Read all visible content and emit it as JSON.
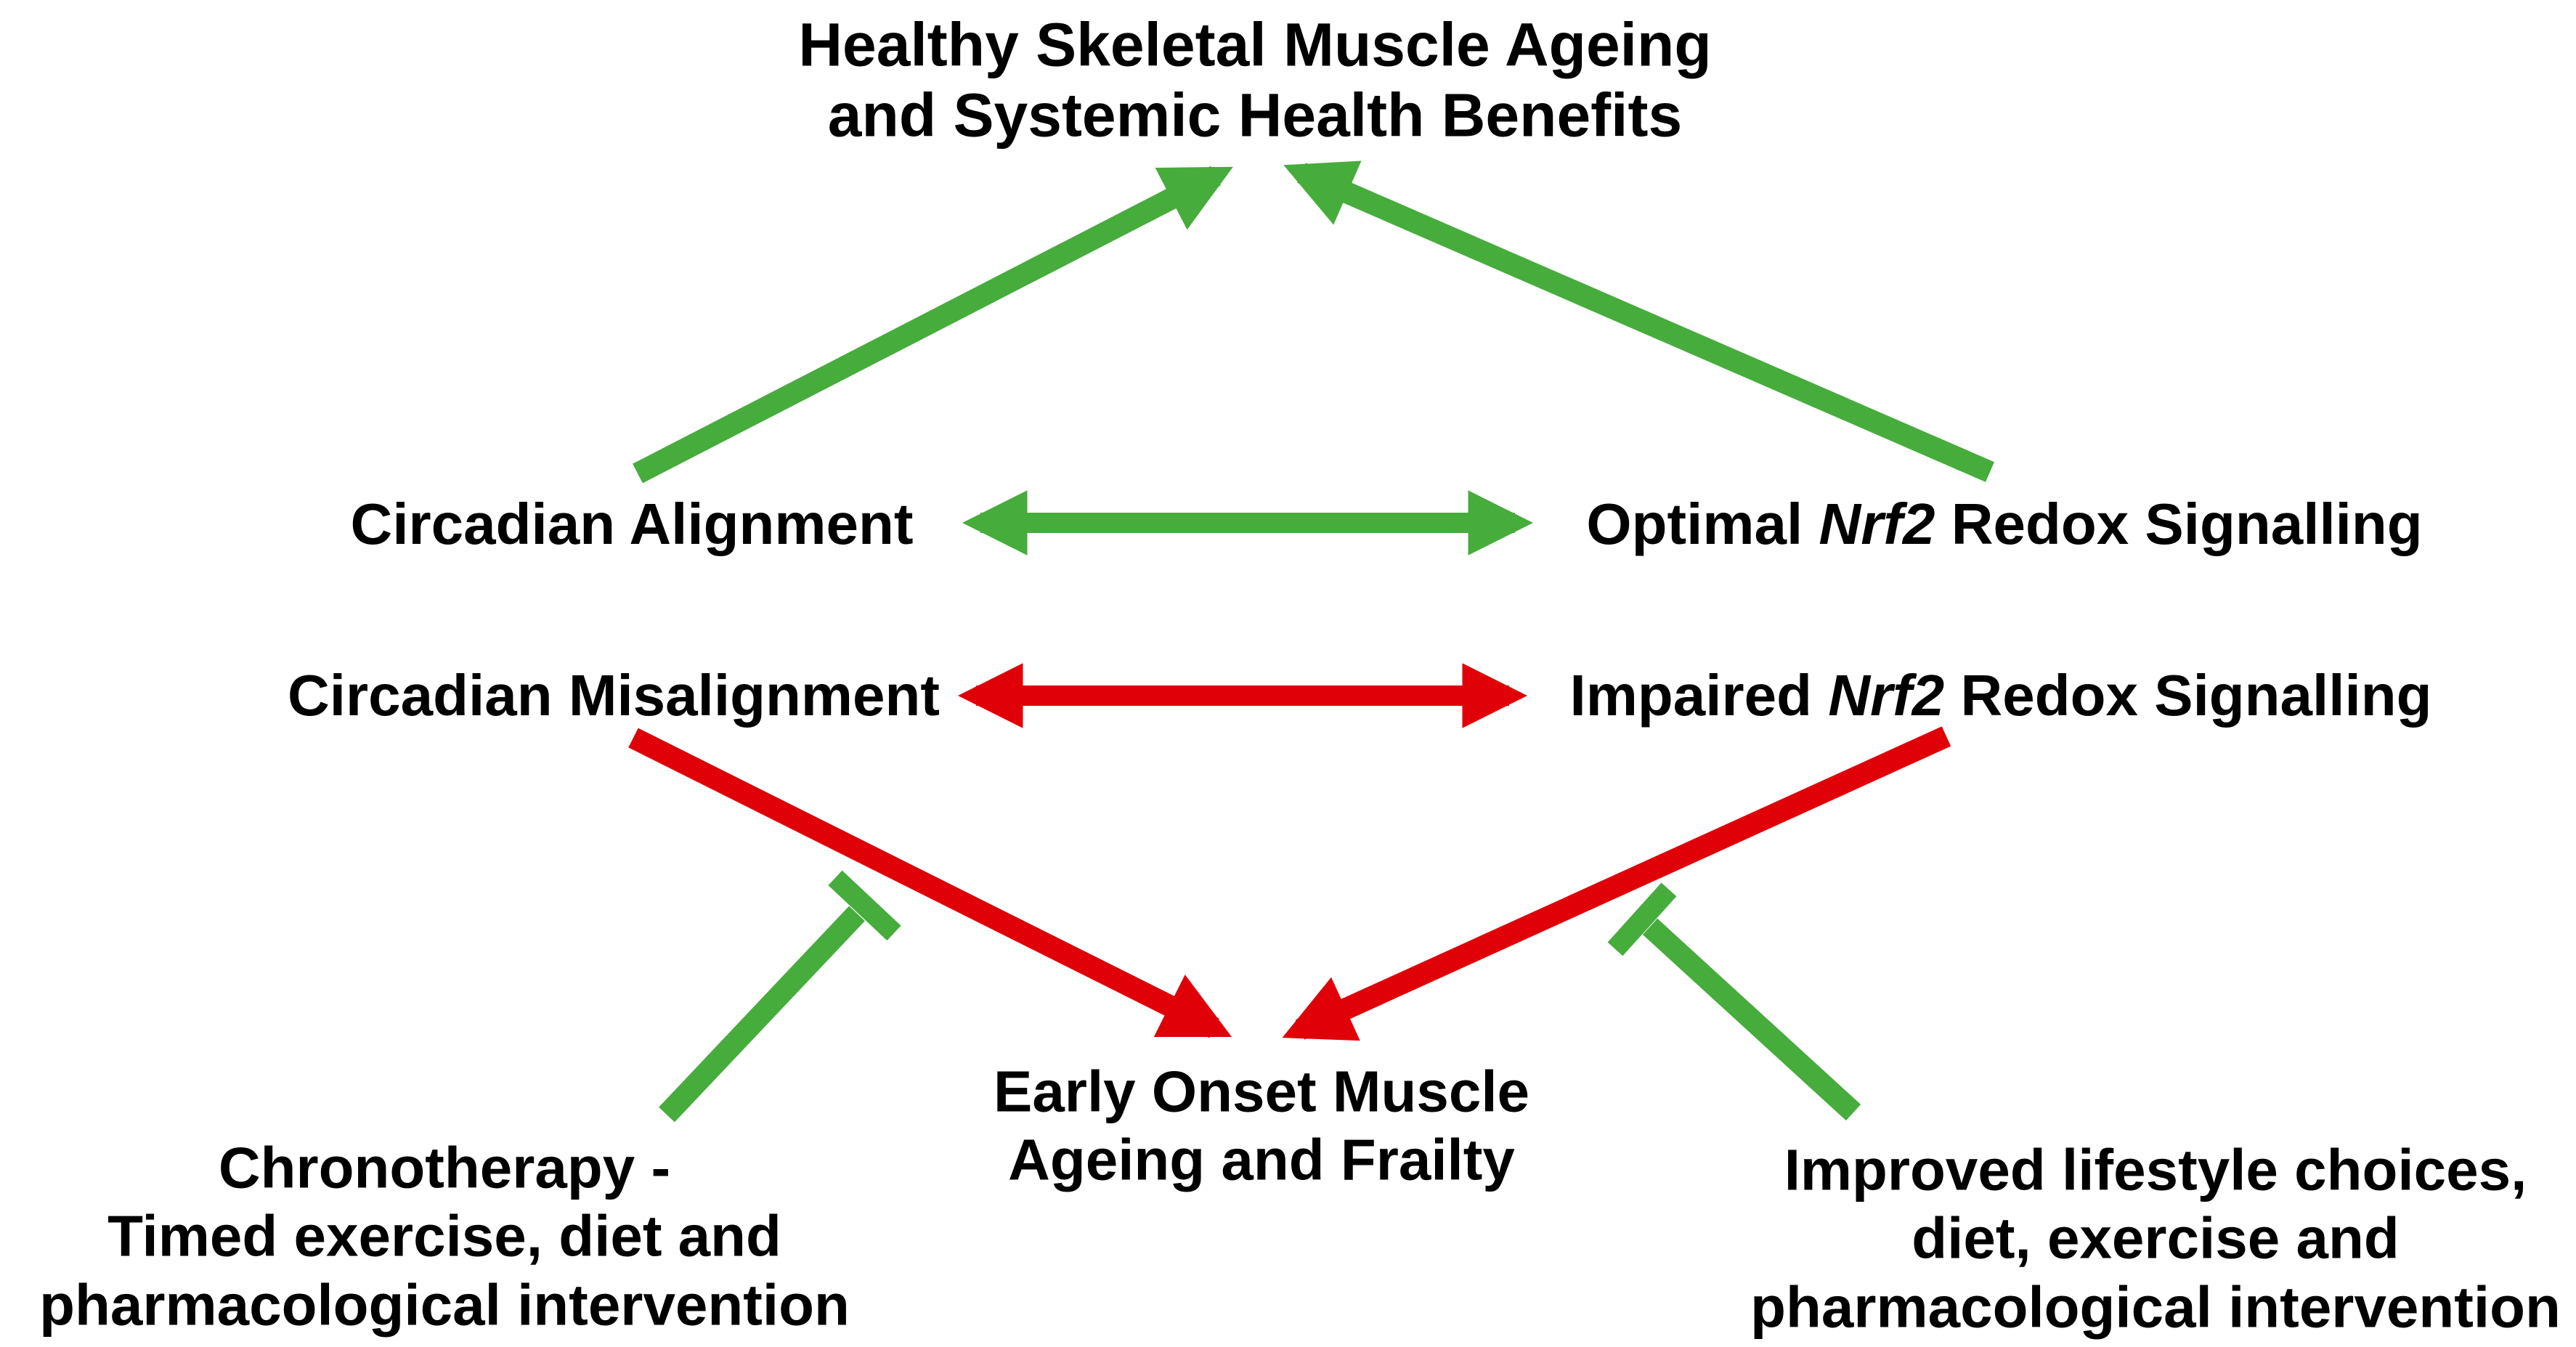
{
  "colors": {
    "positive": "#46AC3C",
    "negative": "#E00008",
    "text": "#000000",
    "background": "#FFFFFF"
  },
  "diagram": {
    "title": {
      "lines": [
        "Healthy Skeletal Muscle Ageing",
        "and Systemic Health Benefits"
      ]
    },
    "nodes": {
      "circadian_alignment": {
        "label": "Circadian Alignment"
      },
      "optimal_nrf2": {
        "prefix": "Optimal ",
        "gene": "Nrf2",
        "suffix": " Redox Signalling"
      },
      "circadian_misalignment": {
        "label": "Circadian Misalignment"
      },
      "impaired_nrf2": {
        "prefix": "Impaired ",
        "gene": "Nrf2",
        "suffix": " Redox Signalling"
      },
      "early_onset": {
        "lines": [
          "Early Onset Muscle",
          "Ageing and Frailty"
        ]
      },
      "chronotherapy": {
        "lines": [
          "Chronotherapy -",
          "Timed exercise, diet and",
          "pharmacological intervention"
        ]
      },
      "improved_lifestyle": {
        "lines": [
          "Improved lifestyle choices,",
          "diet, exercise and",
          "pharmacological intervention"
        ]
      }
    },
    "edges": [
      {
        "from": "Circadian Alignment",
        "to": "Healthy Skeletal Muscle Ageing and Systemic Health Benefits",
        "type": "arrow",
        "color": "green"
      },
      {
        "from": "Optimal Nrf2 Redox Signalling",
        "to": "Healthy Skeletal Muscle Ageing and Systemic Health Benefits",
        "type": "arrow",
        "color": "green"
      },
      {
        "from": "Circadian Alignment",
        "to": "Optimal Nrf2 Redox Signalling",
        "type": "double-arrow",
        "color": "green"
      },
      {
        "from": "Circadian Misalignment",
        "to": "Impaired Nrf2 Redox Signalling",
        "type": "double-arrow",
        "color": "red"
      },
      {
        "from": "Circadian Misalignment",
        "to": "Early Onset Muscle Ageing and Frailty",
        "type": "arrow",
        "color": "red"
      },
      {
        "from": "Impaired Nrf2 Redox Signalling",
        "to": "Early Onset Muscle Ageing and Frailty",
        "type": "arrow",
        "color": "red"
      },
      {
        "from": "Chronotherapy - Timed exercise, diet and pharmacological intervention",
        "to": "Circadian Misalignment arrow",
        "type": "inhibition",
        "color": "green"
      },
      {
        "from": "Improved lifestyle choices, diet, exercise and pharmacological intervention",
        "to": "Impaired Nrf2 Redox Signalling arrow",
        "type": "inhibition",
        "color": "green"
      }
    ]
  }
}
